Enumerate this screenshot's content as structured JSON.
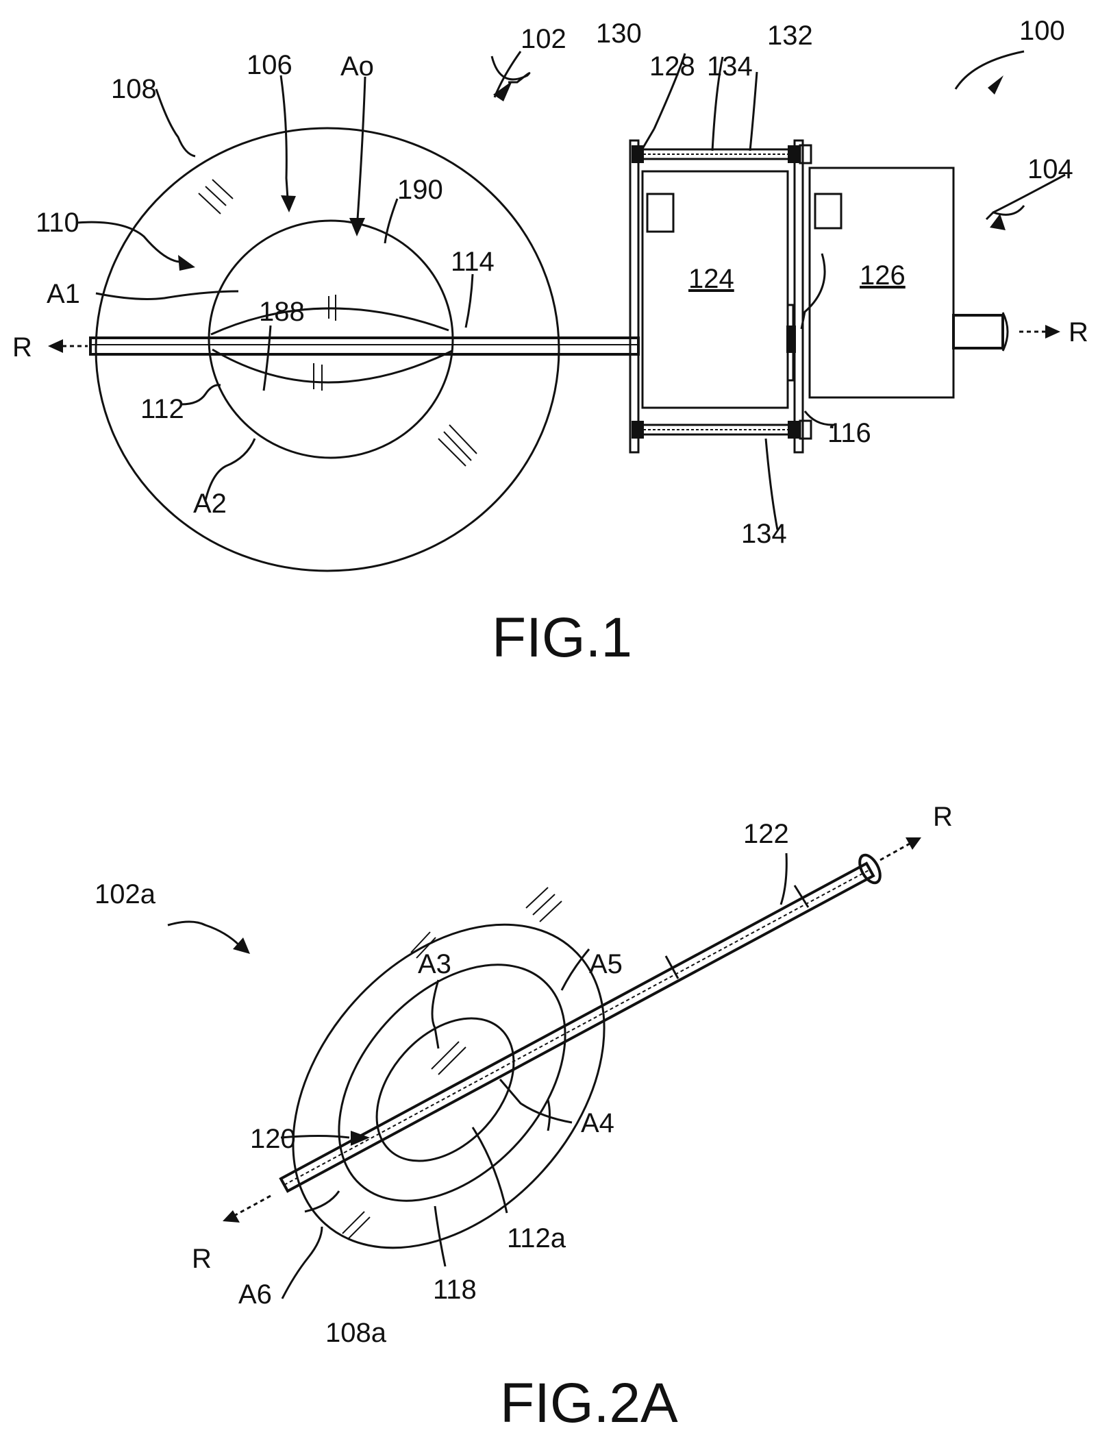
{
  "fig1": {
    "caption": "FIG.1",
    "labels": {
      "l100": "100",
      "l102": "102",
      "l104": "104",
      "l106": "106",
      "l108": "108",
      "l110": "110",
      "l112": "112",
      "l114": "114",
      "l116": "116",
      "l124": "124",
      "l126": "126",
      "l128": "128",
      "l130": "130",
      "l132": "132",
      "l134a": "134",
      "l134b": "134",
      "l188": "188",
      "l190": "190",
      "lAo": "Ao",
      "lA1": "A1",
      "lA2": "A2",
      "lRleft": "R",
      "lRright": "R"
    }
  },
  "fig2a": {
    "caption": "FIG.2A",
    "labels": {
      "l102a": "102a",
      "l108a": "108a",
      "l112a": "112a",
      "l118": "118",
      "l120": "120",
      "l122": "122",
      "lA3": "A3",
      "lA4": "A4",
      "lA5": "A5",
      "lA6": "A6",
      "lRtop": "R",
      "lRbottom": "R"
    }
  }
}
